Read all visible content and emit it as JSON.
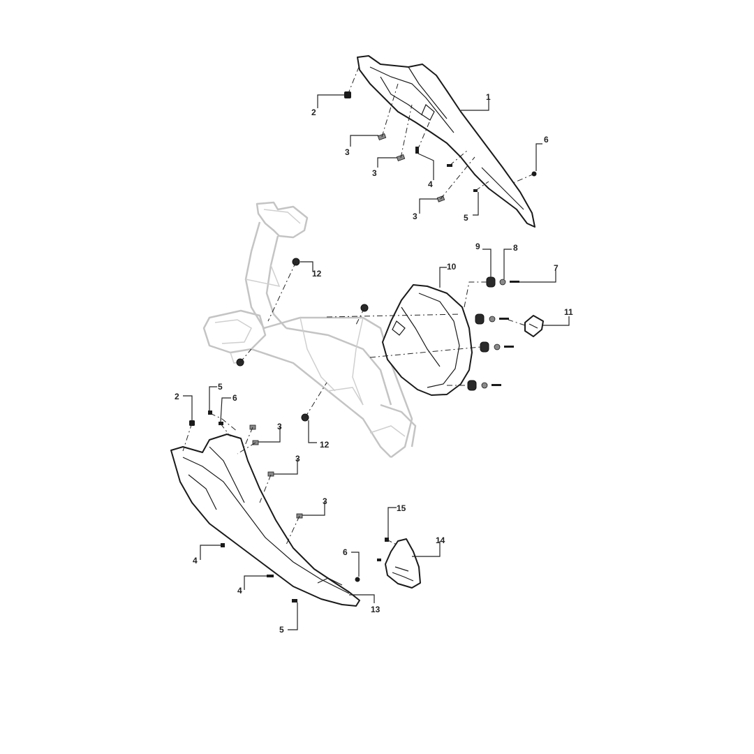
{
  "callouts": [
    {
      "id": "c1",
      "text": "1"
    },
    {
      "id": "c2a",
      "text": "2"
    },
    {
      "id": "c3a",
      "text": "3"
    },
    {
      "id": "c3b",
      "text": "3"
    },
    {
      "id": "c4a",
      "text": "4"
    },
    {
      "id": "c3c",
      "text": "3"
    },
    {
      "id": "c5a",
      "text": "5"
    },
    {
      "id": "c6a",
      "text": "6"
    },
    {
      "id": "c9",
      "text": "9"
    },
    {
      "id": "c8",
      "text": "8"
    },
    {
      "id": "c10",
      "text": "10"
    },
    {
      "id": "c7",
      "text": "7"
    },
    {
      "id": "c11",
      "text": "11"
    },
    {
      "id": "c12a",
      "text": "12"
    },
    {
      "id": "c12b",
      "text": "12"
    },
    {
      "id": "c2b",
      "text": "2"
    },
    {
      "id": "c5b",
      "text": "5"
    },
    {
      "id": "c6b",
      "text": "6"
    },
    {
      "id": "c3d",
      "text": "3"
    },
    {
      "id": "c3e",
      "text": "3"
    },
    {
      "id": "c3f",
      "text": "3"
    },
    {
      "id": "c15",
      "text": "15"
    },
    {
      "id": "c14",
      "text": "14"
    },
    {
      "id": "c4b",
      "text": "4"
    },
    {
      "id": "c6c",
      "text": "6"
    },
    {
      "id": "c4c",
      "text": "4"
    },
    {
      "id": "c13",
      "text": "13"
    },
    {
      "id": "c5c",
      "text": "5"
    }
  ]
}
